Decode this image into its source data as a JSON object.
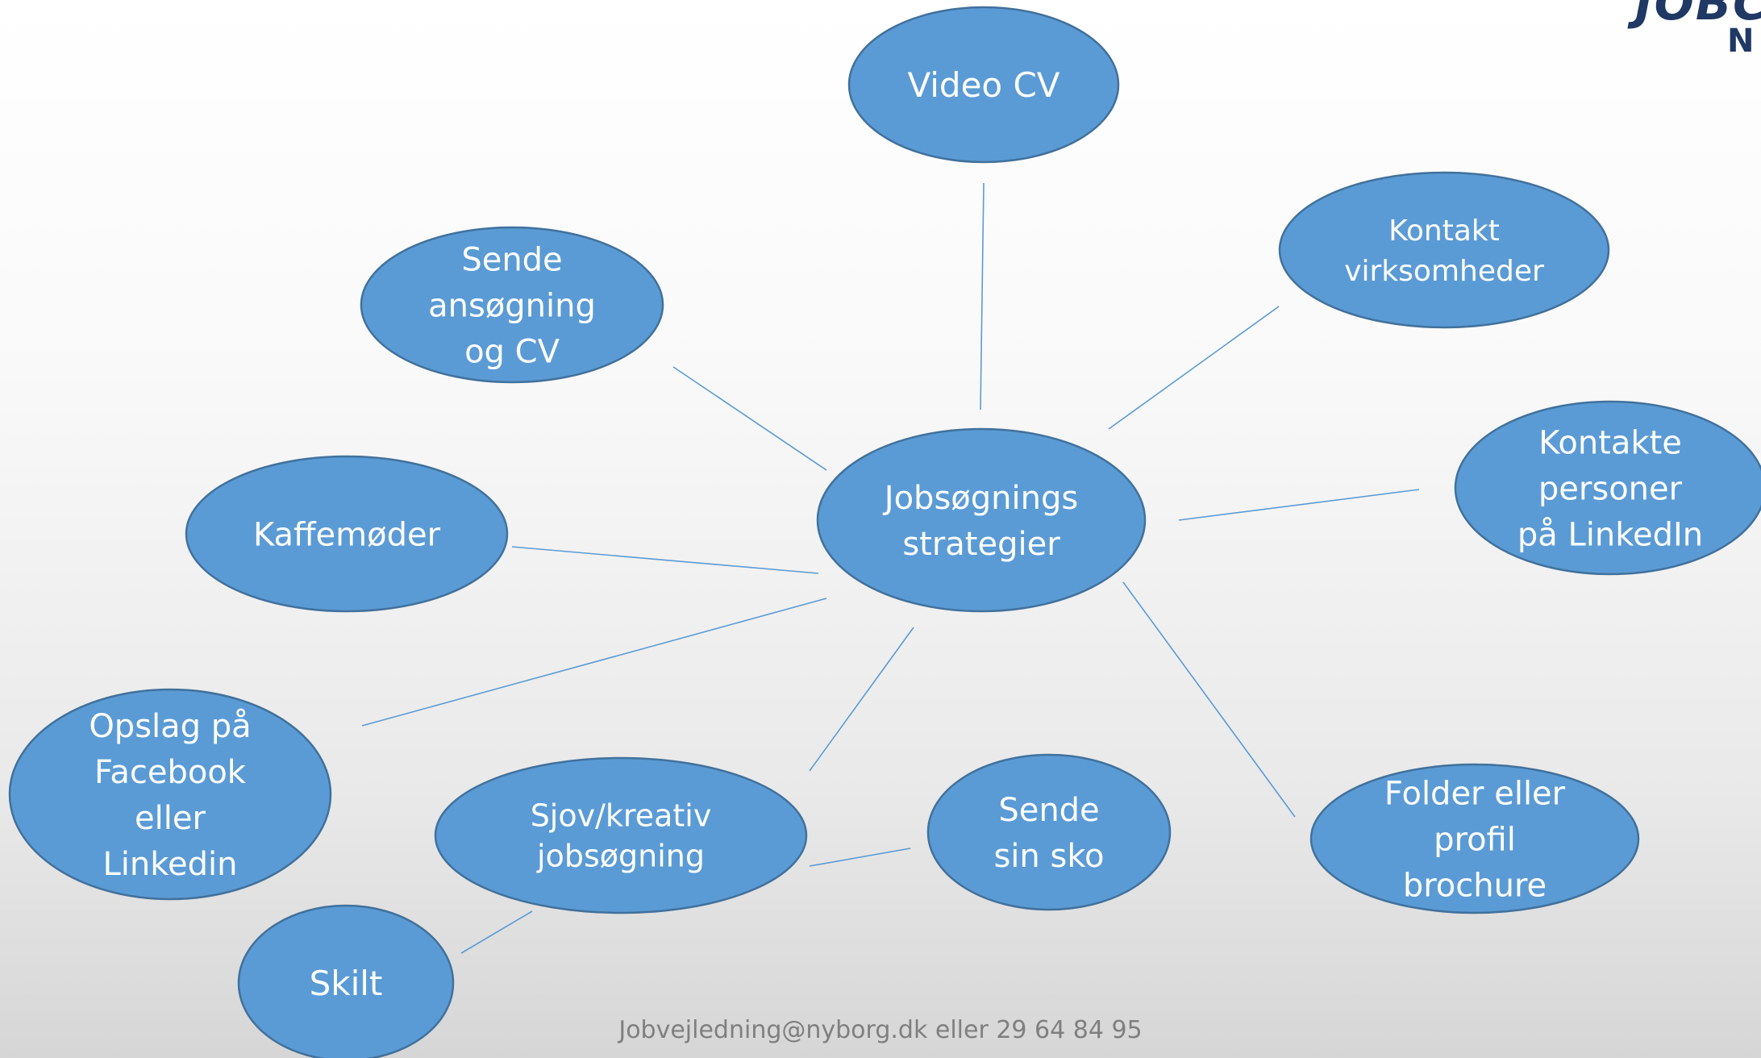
{
  "logo": {
    "main_text": "JOBCE",
    "sub_text": "N"
  },
  "footer": {
    "contact": "Jobvejledning@nyborg.dk eller 29 64 84 95"
  },
  "diagram": {
    "center": {
      "id": "center",
      "lines": [
        "Jobsøgnings",
        "strategier"
      ]
    },
    "nodes": [
      {
        "id": "video-cv",
        "lines": [
          "Video CV"
        ]
      },
      {
        "id": "kontakt-virksomheder",
        "lines": [
          "Kontakt",
          "virksomheder"
        ]
      },
      {
        "id": "kontakte-linkedin",
        "lines": [
          "Kontakte",
          "personer",
          "på LinkedIn"
        ]
      },
      {
        "id": "folder-profil",
        "lines": [
          "Folder eller",
          "profil",
          "brochure"
        ]
      },
      {
        "id": "sende-sko",
        "lines": [
          "Sende",
          "sin sko"
        ]
      },
      {
        "id": "sjov-kreativ",
        "lines": [
          "Sjov/kreativ",
          "jobsøgning"
        ]
      },
      {
        "id": "skilt",
        "lines": [
          "Skilt"
        ]
      },
      {
        "id": "opslag-facebook",
        "lines": [
          "Opslag på",
          "Facebook",
          "eller",
          "Linkedin"
        ]
      },
      {
        "id": "kaffemoder",
        "lines": [
          "Kaffemøder"
        ]
      },
      {
        "id": "sende-ansogning",
        "lines": [
          "Sende",
          "ansøgning",
          "og CV"
        ]
      }
    ],
    "connections": [
      [
        "center",
        "video-cv"
      ],
      [
        "center",
        "kontakt-virksomheder"
      ],
      [
        "center",
        "kontakte-linkedin"
      ],
      [
        "center",
        "folder-profil"
      ],
      [
        "center",
        "sjov-kreativ"
      ],
      [
        "center",
        "opslag-facebook"
      ],
      [
        "center",
        "kaffemoder"
      ],
      [
        "center",
        "sende-ansogning"
      ],
      [
        "sjov-kreativ",
        "sende-sko"
      ],
      [
        "sjov-kreativ",
        "skilt"
      ]
    ],
    "colors": {
      "fill": "#5b9bd5",
      "stroke": "#41719c",
      "text": "#ffffff"
    }
  }
}
